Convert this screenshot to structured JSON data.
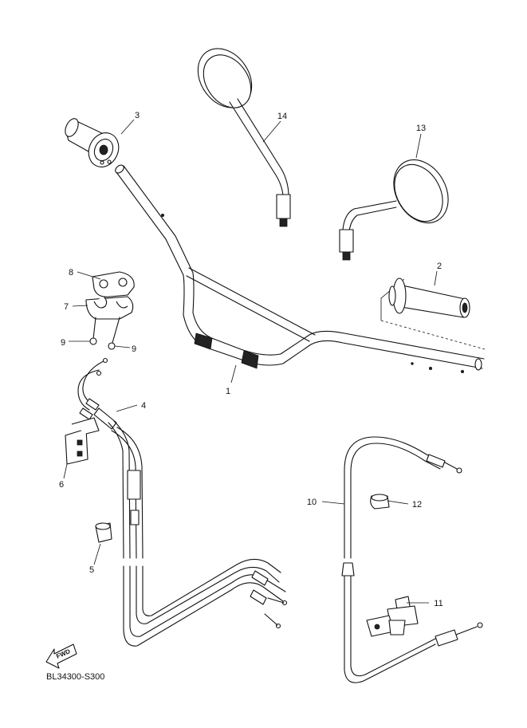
{
  "diagram": {
    "code": "BL34300-S300",
    "fwd_label": "FWD",
    "callouts": [
      {
        "id": "p1",
        "label": "1"
      },
      {
        "id": "p2",
        "label": "2"
      },
      {
        "id": "p3",
        "label": "3"
      },
      {
        "id": "p4",
        "label": "4"
      },
      {
        "id": "p5",
        "label": "5"
      },
      {
        "id": "p6",
        "label": "6"
      },
      {
        "id": "p7",
        "label": "7"
      },
      {
        "id": "p8",
        "label": "8"
      },
      {
        "id": "p9a",
        "label": "9"
      },
      {
        "id": "p9b",
        "label": "9"
      },
      {
        "id": "p10",
        "label": "10"
      },
      {
        "id": "p11",
        "label": "11"
      },
      {
        "id": "p12",
        "label": "12"
      },
      {
        "id": "p13",
        "label": "13"
      },
      {
        "id": "p14",
        "label": "14"
      }
    ]
  }
}
